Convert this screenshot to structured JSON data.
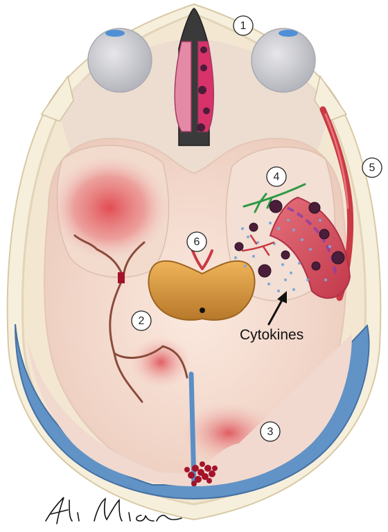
{
  "figure": {
    "labels": [
      {
        "id": "1",
        "text": "1"
      },
      {
        "id": "2",
        "text": "2"
      },
      {
        "id": "3",
        "text": "3"
      },
      {
        "id": "4",
        "text": "4"
      },
      {
        "id": "5",
        "text": "5"
      },
      {
        "id": "6",
        "text": "6"
      }
    ],
    "cytokines_label": "Cytokines",
    "signature": "Ali Mian"
  },
  "colors": {
    "skull": "#f4ecd6",
    "skull_edge": "#d9ccaa",
    "brain": "#f1d9cf",
    "brain_light": "#f8e6dc",
    "hemorrhage": "#e0454c",
    "vessel_blue": "#5a8fc6",
    "vessel_blue_dark": "#3c6aa0",
    "brainstem": "#d89a3c",
    "cell_dark": "#4a1d3a",
    "green_nerve": "#2e9a44",
    "sinus_pink": "#d7336a"
  }
}
